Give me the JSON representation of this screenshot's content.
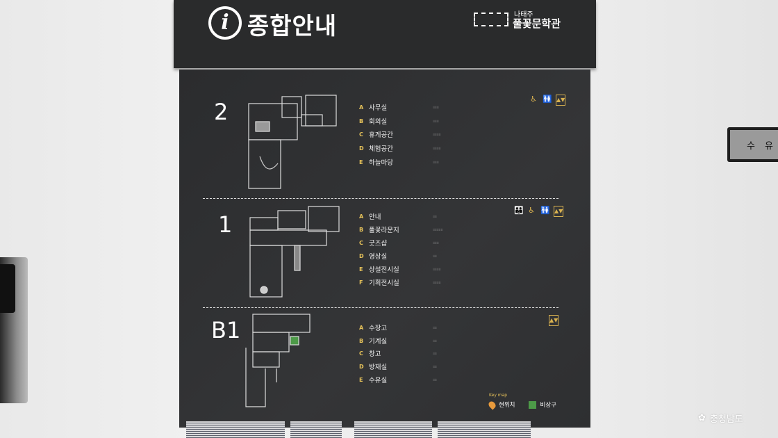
{
  "header": {
    "info_icon": "info-icon",
    "title": "종합안내",
    "logo": {
      "small": "나태주",
      "big": "풀꽃문학관"
    }
  },
  "floors": [
    {
      "label": "2",
      "amenities": [
        "accessible-icon",
        "restroom-icon",
        "elevator-icon"
      ],
      "rooms": [
        {
          "letter": "A",
          "name": "사무실"
        },
        {
          "letter": "B",
          "name": "회의실"
        },
        {
          "letter": "C",
          "name": "휴게공간"
        },
        {
          "letter": "D",
          "name": "체험공간"
        },
        {
          "letter": "E",
          "name": "하늘마당"
        }
      ]
    },
    {
      "label": "1",
      "amenities": [
        "family-restroom-icon",
        "accessible-icon",
        "restroom-icon",
        "elevator-icon"
      ],
      "rooms": [
        {
          "letter": "A",
          "name": "안내"
        },
        {
          "letter": "B",
          "name": "풀꽃라운지"
        },
        {
          "letter": "C",
          "name": "굿즈샵"
        },
        {
          "letter": "D",
          "name": "영상실"
        },
        {
          "letter": "E",
          "name": "상설전시실"
        },
        {
          "letter": "F",
          "name": "기획전시실"
        }
      ]
    },
    {
      "label": "B1",
      "amenities": [
        "elevator-icon"
      ],
      "rooms": [
        {
          "letter": "A",
          "name": "수장고"
        },
        {
          "letter": "B",
          "name": "기계실"
        },
        {
          "letter": "C",
          "name": "창고"
        },
        {
          "letter": "D",
          "name": "방재실"
        },
        {
          "letter": "E",
          "name": "수유실"
        }
      ]
    }
  ],
  "key_map": {
    "title": "Key map",
    "current": "현위치",
    "exit": "비상구"
  },
  "wall_sign": {
    "chars": [
      "수",
      "유"
    ]
  },
  "province_logo": "충청남도",
  "colors": {
    "board": "#2d2e30",
    "accent": "#e7c35a",
    "current_location": "#e79a3c",
    "exit": "#4d9a48"
  }
}
